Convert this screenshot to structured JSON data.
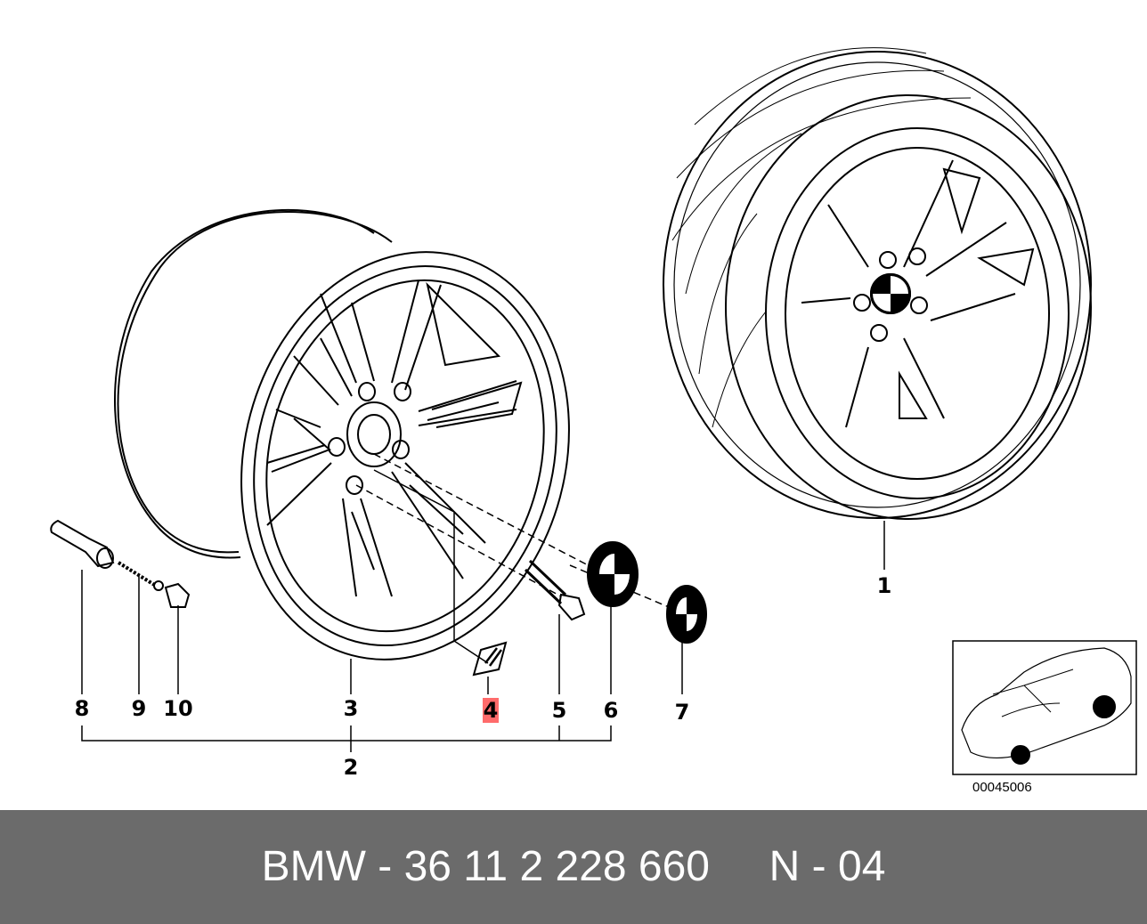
{
  "diagram": {
    "callouts": [
      {
        "id": "1",
        "label": "1",
        "highlighted": false
      },
      {
        "id": "2",
        "label": "2",
        "highlighted": false
      },
      {
        "id": "3",
        "label": "3",
        "highlighted": false
      },
      {
        "id": "4",
        "label": "4",
        "highlighted": true
      },
      {
        "id": "5",
        "label": "5",
        "highlighted": false
      },
      {
        "id": "6",
        "label": "6",
        "highlighted": false
      },
      {
        "id": "7",
        "label": "7",
        "highlighted": false
      },
      {
        "id": "8",
        "label": "8",
        "highlighted": false
      },
      {
        "id": "9",
        "label": "9",
        "highlighted": false
      },
      {
        "id": "10",
        "label": "10",
        "highlighted": false
      }
    ],
    "reference_number": "00045006",
    "highlight_color": "#ff6b6b",
    "line_color": "#000000"
  },
  "footer": {
    "text": "BMW - 36 11 2 228 660     N - 04",
    "background_color": "#6b6b6b",
    "text_color": "#ffffff"
  }
}
